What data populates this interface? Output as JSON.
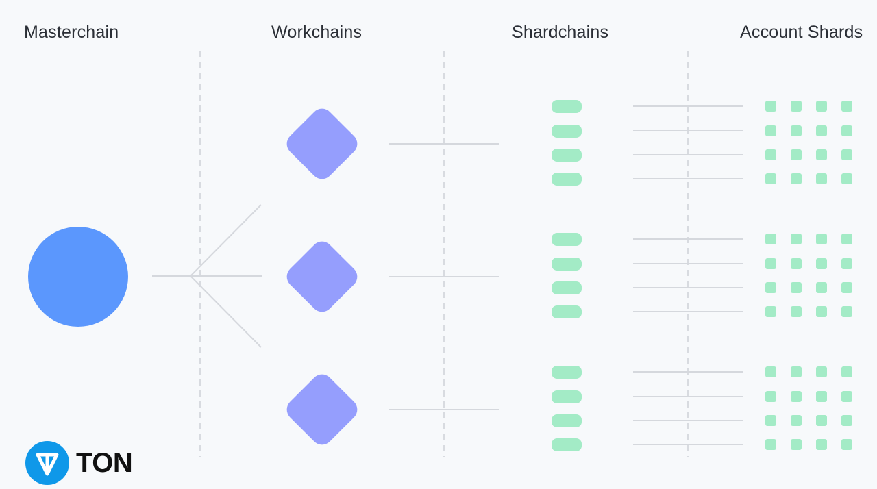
{
  "columns": {
    "masterchain": "Masterchain",
    "workchains": "Workchains",
    "shardchains": "Shardchains",
    "account_shards": "Account Shards"
  },
  "structure": {
    "workchain_count": 3,
    "shardchains_per_workchain": 4,
    "account_shards_per_shardchain": 4
  },
  "colors": {
    "masterchain": "#5b97fd",
    "workchain": "#959efd",
    "shard": "#a3ebc6",
    "line": "#d5d8dd",
    "divider": "#d8dbe0",
    "logo": "#0f98e9"
  },
  "logo": {
    "text": "TON",
    "icon": "ton-logo-icon"
  }
}
